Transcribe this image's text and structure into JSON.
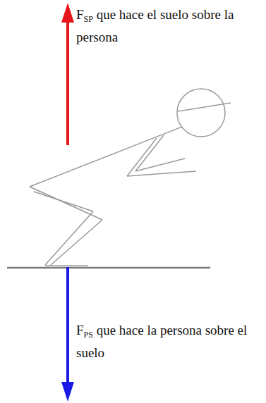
{
  "diagram": {
    "labels": [
      "F",
      "SP",
      "que hace el suelo sobre la persona",
      "F",
      "PS",
      "que hace la persona sobre el suelo"
    ]
  }
}
